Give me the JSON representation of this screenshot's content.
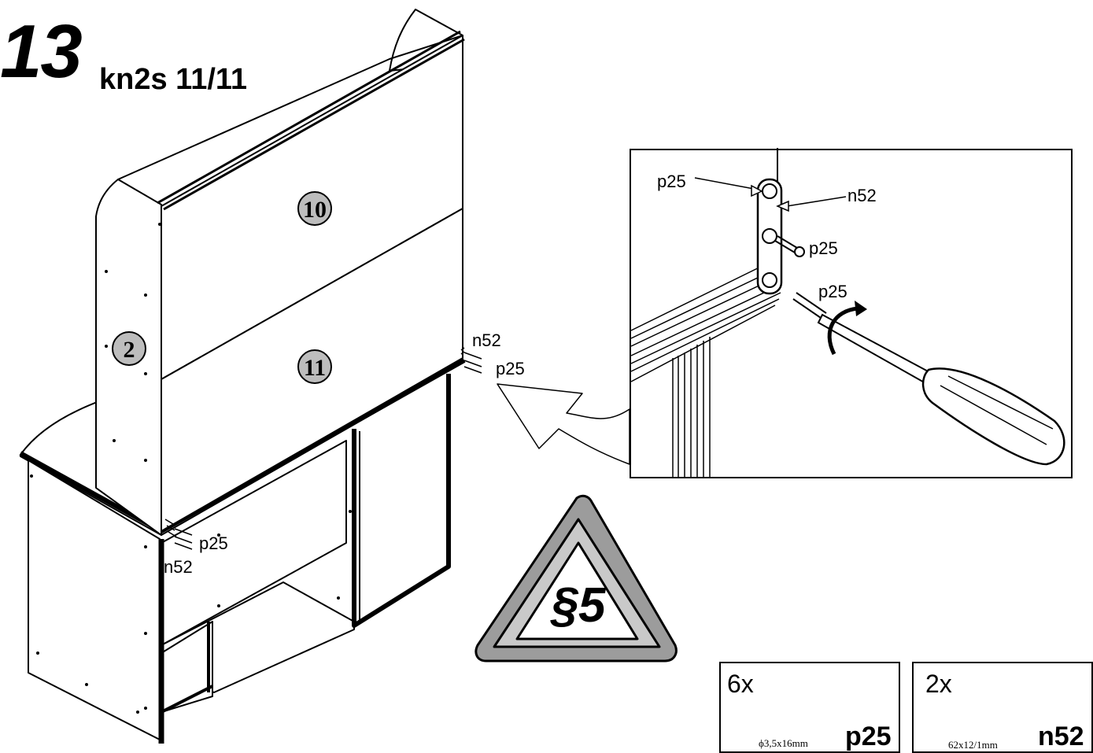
{
  "header": {
    "step_number": "13",
    "reference": "kn2s 11/11"
  },
  "panels": {
    "top_upper": "10",
    "top_lower": "11",
    "side": "2"
  },
  "labels": {
    "n52_right": "n52",
    "p25_right": "p25",
    "p25_left": "p25",
    "n52_left": "n52"
  },
  "detail": {
    "p25_top": "p25",
    "n52": "n52",
    "p25_mid": "p25",
    "p25_low": "p25"
  },
  "warning": {
    "text": "§5"
  },
  "parts": [
    {
      "qty": "6x",
      "dims": "ϕ3,5x16mm",
      "code": "p25",
      "icon": "screw-icon"
    },
    {
      "qty": "2x",
      "dims": "62x12/1mm",
      "code": "n52",
      "icon": "mending-plate-icon"
    }
  ]
}
